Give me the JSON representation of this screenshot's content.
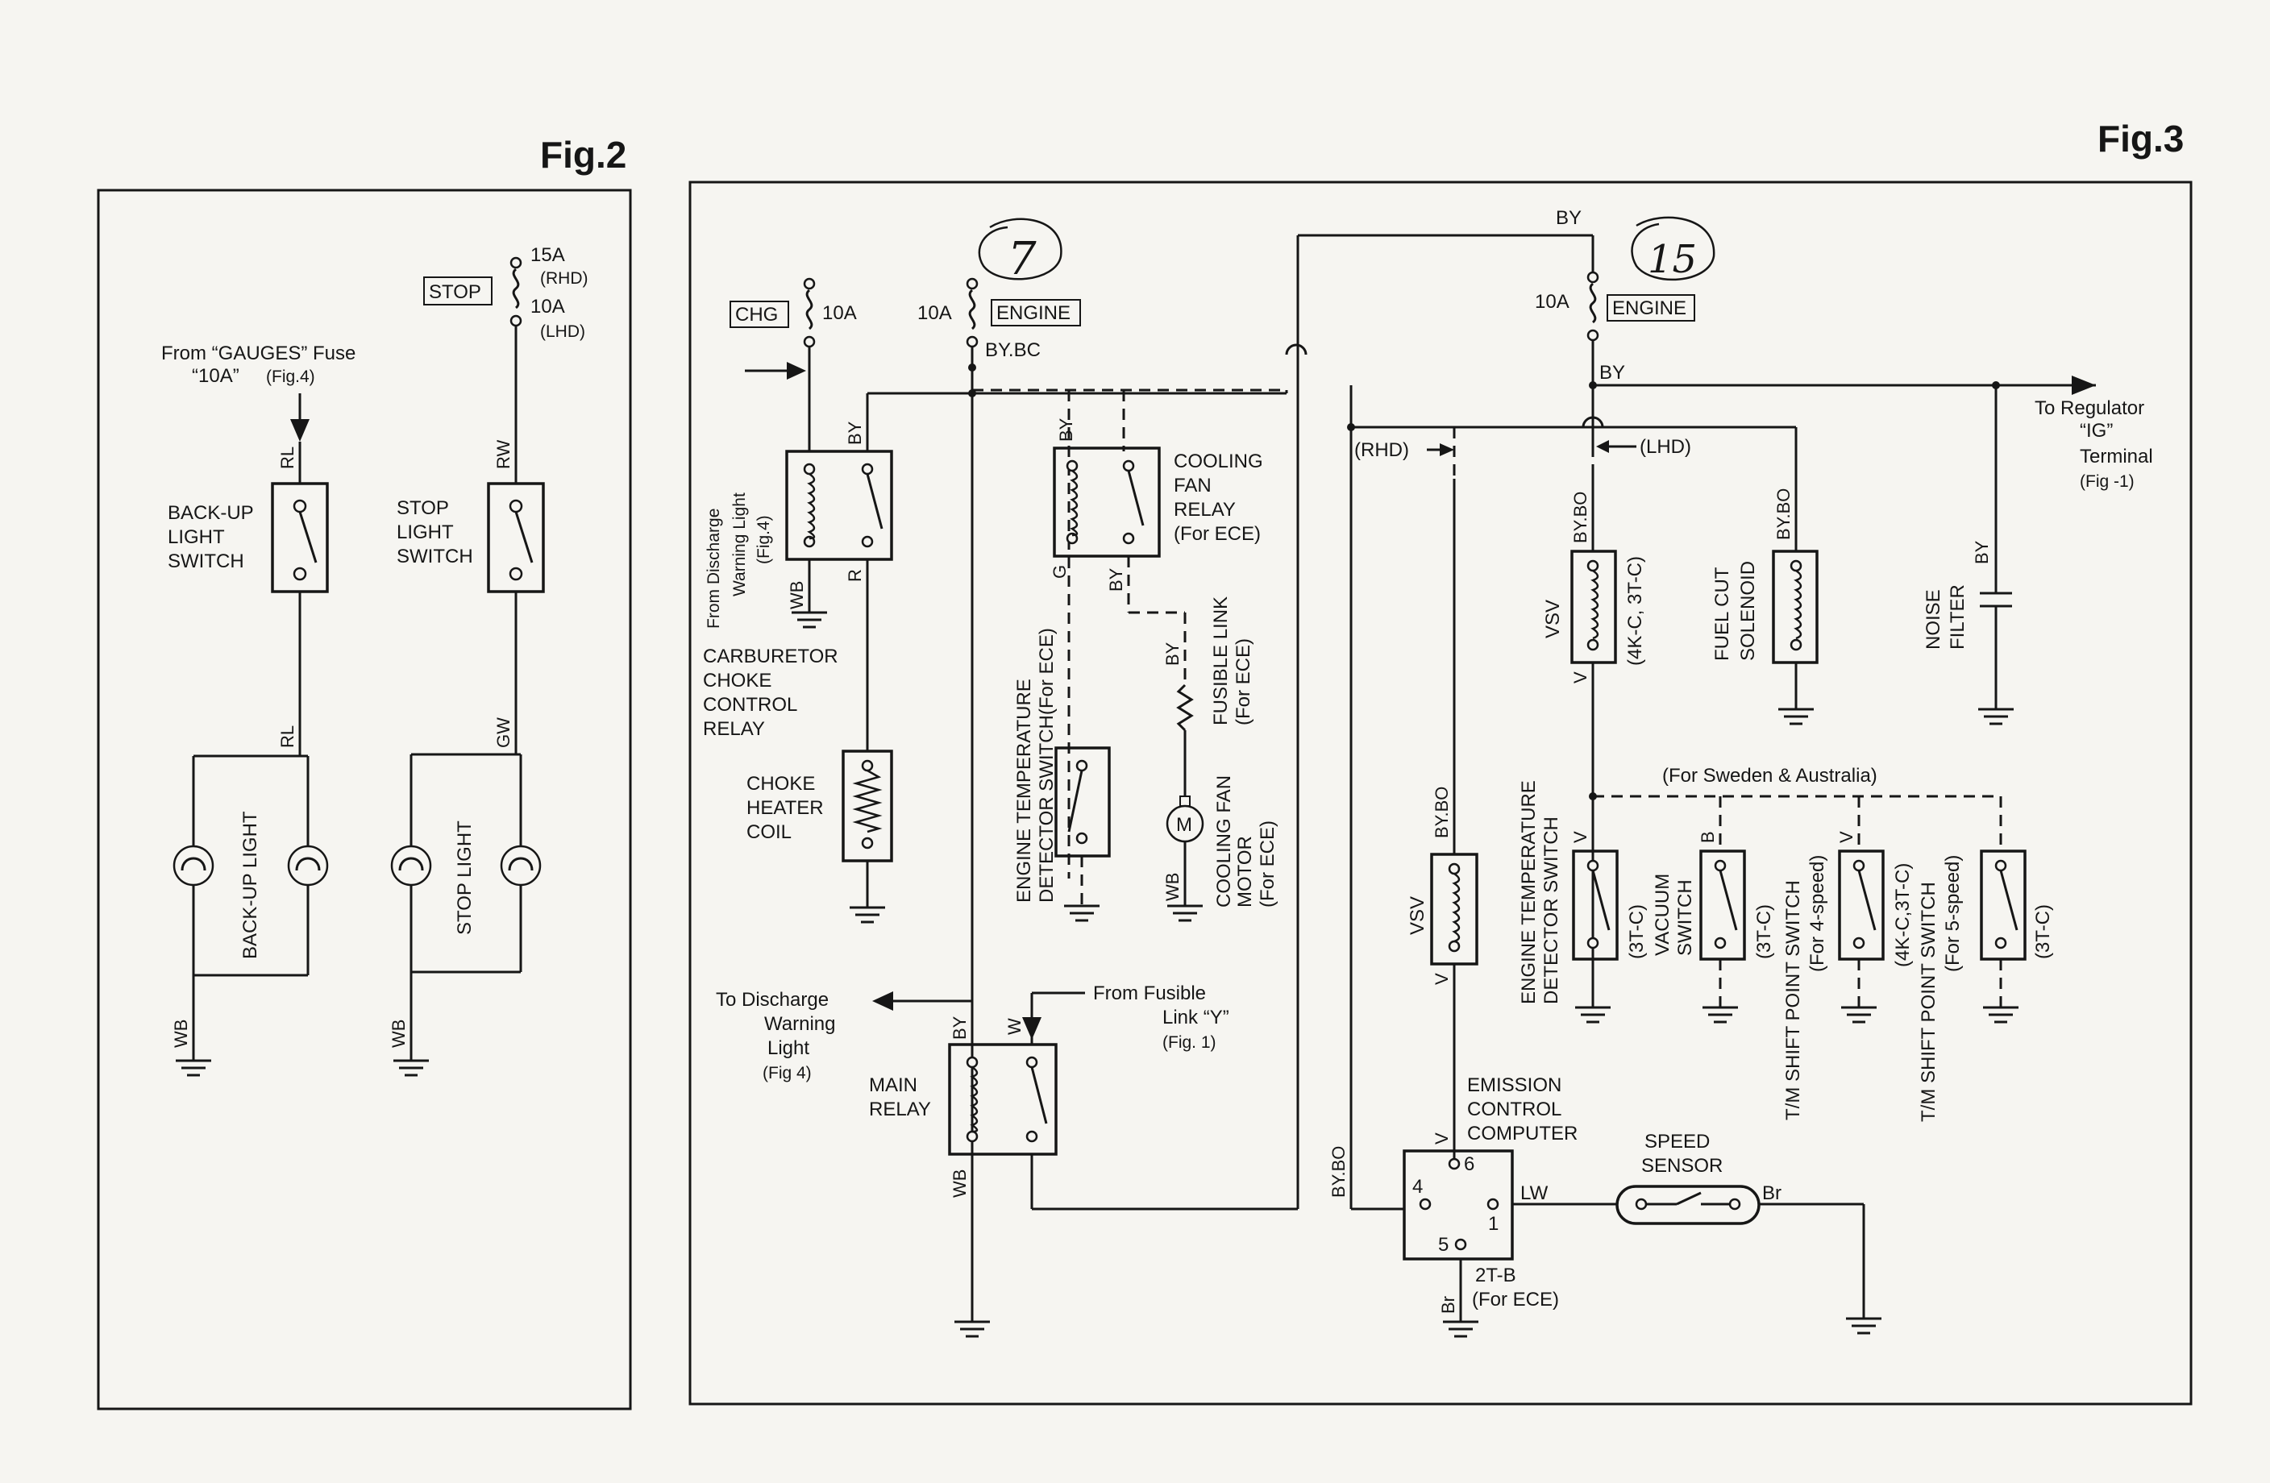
{
  "fig2": {
    "title": "Fig.2",
    "stop_tag": "STOP",
    "fuse_15a": "15A",
    "rhd": "(RHD)",
    "fuse_10a": "10A",
    "lhd": "(LHD)",
    "from_gauges": "From “GAUGES” Fuse",
    "gauges_10a": "“10A”",
    "fig4_ref": "(Fig.4)",
    "backup_switch": [
      "BACK-UP",
      "LIGHT",
      "SWITCH"
    ],
    "stop_switch": [
      "STOP",
      "LIGHT",
      "SWITCH"
    ],
    "backup_light": "BACK-UP LIGHT",
    "stop_light": "STOP LIGHT",
    "wires": {
      "rl": "RL",
      "rw": "RW",
      "gw": "GW",
      "wb": "WB"
    }
  },
  "fig3": {
    "title": "Fig.3",
    "chg_tag": "CHG",
    "engine_tag": "ENGINE",
    "fuse_10a": "10A",
    "by_bc": "BY.BC",
    "by": "BY",
    "by_bo": "BY.BO",
    "wb": "WB",
    "r": "R",
    "g": "G",
    "v": "V",
    "b": "B",
    "w": "W",
    "lw": "LW",
    "br": "Br",
    "rhd": "(RHD)",
    "lhd": "(LHD)",
    "from_discharge": [
      "From Discharge",
      "Warning Light",
      "(Fig.4)"
    ],
    "carb_relay": [
      "CARBURETOR",
      "CHOKE",
      "CONTROL",
      "RELAY"
    ],
    "choke_coil": [
      "CHOKE",
      "HEATER",
      "COIL"
    ],
    "cooling_relay": [
      "COOLING",
      "FAN",
      "RELAY",
      "(For ECE)"
    ],
    "eng_temp_switch_ece": [
      "ENGINE TEMPERATURE",
      "DETECTOR SWITCH(For  ECE)"
    ],
    "fusible_link": [
      "FUSIBLE LINK",
      "(For ECE)"
    ],
    "cooling_motor": [
      "COOLING FAN",
      "MOTOR",
      "(For ECE)"
    ],
    "motor_m": "M",
    "to_discharge": [
      "To  Discharge",
      "Warning",
      "Light",
      "(Fig 4)"
    ],
    "from_fusible": [
      "From  Fusible",
      "Link “Y”",
      "(Fig. 1)"
    ],
    "main_relay": [
      "MAIN",
      "RELAY"
    ],
    "to_regulator": [
      "To  Regulator",
      "“IG”",
      "Terminal",
      "(Fig -1)"
    ],
    "vsv": "VSV",
    "vsv_4kc": "(4K-C, 3T-C)",
    "fuel_cut": [
      "FUEL CUT",
      "SOLENOID"
    ],
    "noise_filter": [
      "NOISE",
      "FILTER"
    ],
    "sweden_aus": "(For Sweden  &  Australia)",
    "eng_temp_switch": [
      "ENGINE TEMPERATURE",
      "DETECTOR SWITCH"
    ],
    "t3c": "(3T-C)",
    "vacuum_switch": [
      "VACUUM",
      "SWITCH"
    ],
    "shift_4": [
      "T/M  SHIFT  POINT SWITCH",
      "(For 4-speed)"
    ],
    "t4kc": "(4K-C,3T-C)",
    "shift_5": [
      "T/M  SHIFT  POINT  SWITCH",
      "(For 5-speed)"
    ],
    "emission": [
      "EMISSION",
      "CONTROL",
      "COMPUTER"
    ],
    "pin4": "4",
    "pin6": "6",
    "pin5": "5",
    "pin1": "1",
    "t2tb": "2T-B",
    "for_ece": "(For  ECE)",
    "speed_sensor": [
      "SPEED",
      "SENSOR"
    ],
    "note7": "7",
    "note15": "15"
  }
}
